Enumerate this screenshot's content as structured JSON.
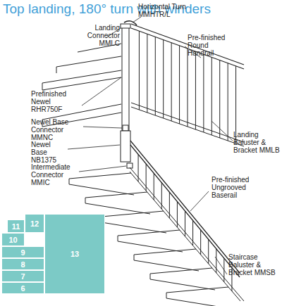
{
  "diagram": {
    "title": "Top landing, 180° turn with winders",
    "nodes": [
      {
        "text": [
          "11"
        ]
      },
      {
        "text": [
          "12"
        ]
      },
      {
        "text": [
          "13"
        ]
      },
      {
        "text": [
          "10"
        ]
      },
      {
        "text": [
          "9"
        ]
      },
      {
        "text": [
          "8"
        ]
      },
      {
        "text": [
          "7"
        ]
      },
      {
        "text": [
          "6"
        ]
      }
    ],
    "labels": [
      "Horizontal Turn MMHTR/L",
      "Landing Connector MMLC",
      "Pre-finished Round Handrail",
      "Prefinished Newel RHR750F",
      "Newel Base Connector MMNC",
      "Newel Base NB1375",
      "Intermediate Connector MMIC",
      "Landing Baluster & Bracket MMLB",
      "Pre-finished Ungrooved Baserail",
      "Staircase Baluster & Bracket MMSB"
    ]
  }
}
